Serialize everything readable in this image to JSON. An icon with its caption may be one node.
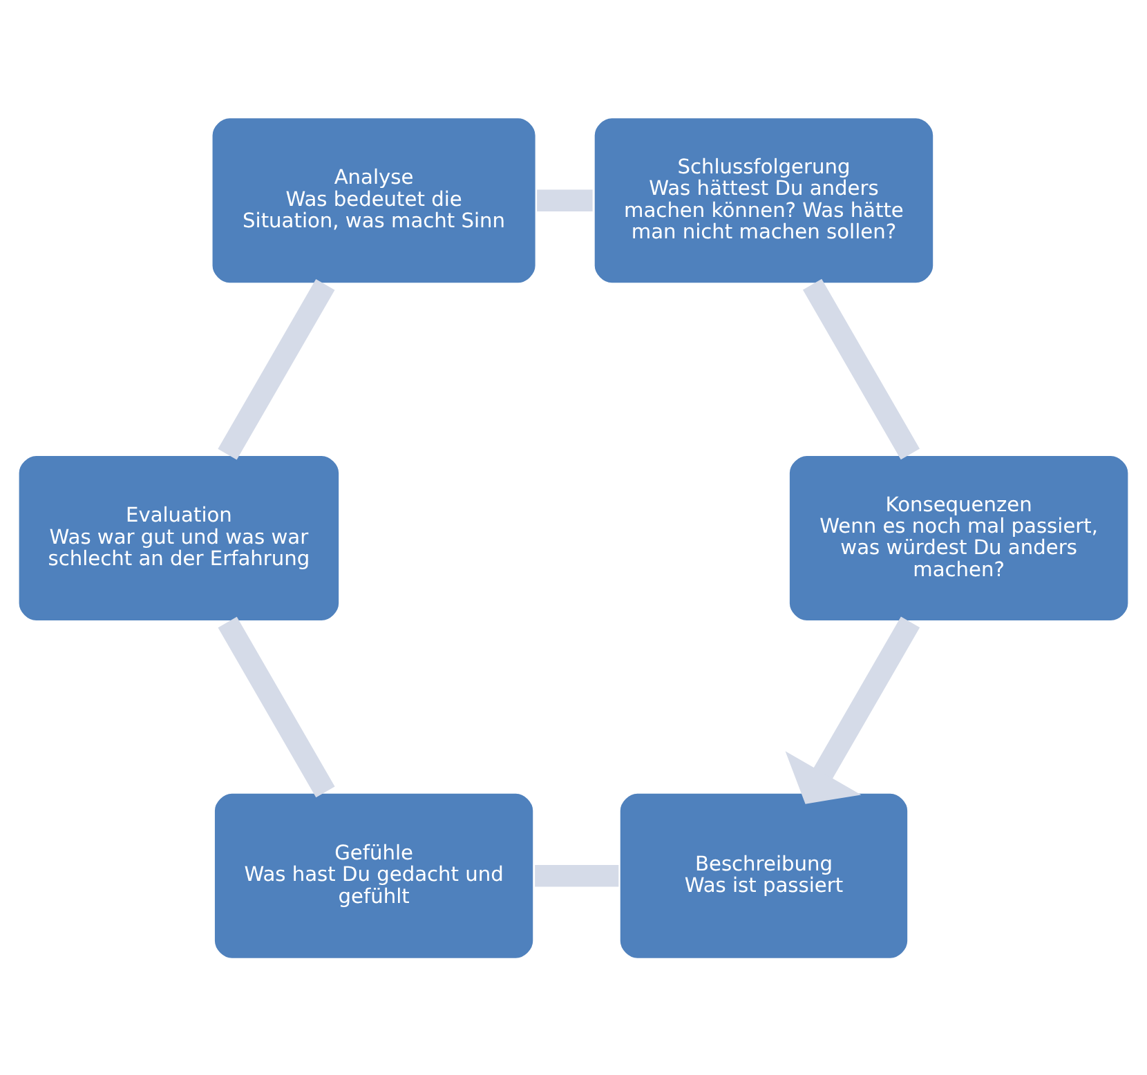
{
  "diagram": {
    "nodes": [
      {
        "text": [
          "Beschreibung",
          "Was ist passiert"
        ]
      },
      {
        "text": [
          "Gefühle",
          "Was hast Du gedacht und gefühlt"
        ]
      },
      {
        "text": [
          "Evaluation",
          "Was war gut und was war schlecht an der Erfahrung"
        ]
      },
      {
        "text": [
          "Analyse",
          "Was bedeutet die Situation, was macht Sinn"
        ]
      },
      {
        "text": [
          "Schlussfolgerung",
          "Was hättest Du anders machen können? Was hätte man nicht machen sollen?"
        ]
      },
      {
        "text": [
          "Konsequenzen",
          "Wenn es noch mal passiert, was würdest Du anders machen?"
        ]
      }
    ],
    "edges": [
      {
        "from": 0,
        "to": 1,
        "arrow": "none"
      },
      {
        "from": 1,
        "to": 2,
        "arrow": "none"
      },
      {
        "from": 2,
        "to": 3,
        "arrow": "none"
      },
      {
        "from": 3,
        "to": 4,
        "arrow": "none"
      },
      {
        "from": 4,
        "to": 5,
        "arrow": "none"
      },
      {
        "from": 5,
        "to": 0,
        "arrow": "to"
      }
    ]
  }
}
